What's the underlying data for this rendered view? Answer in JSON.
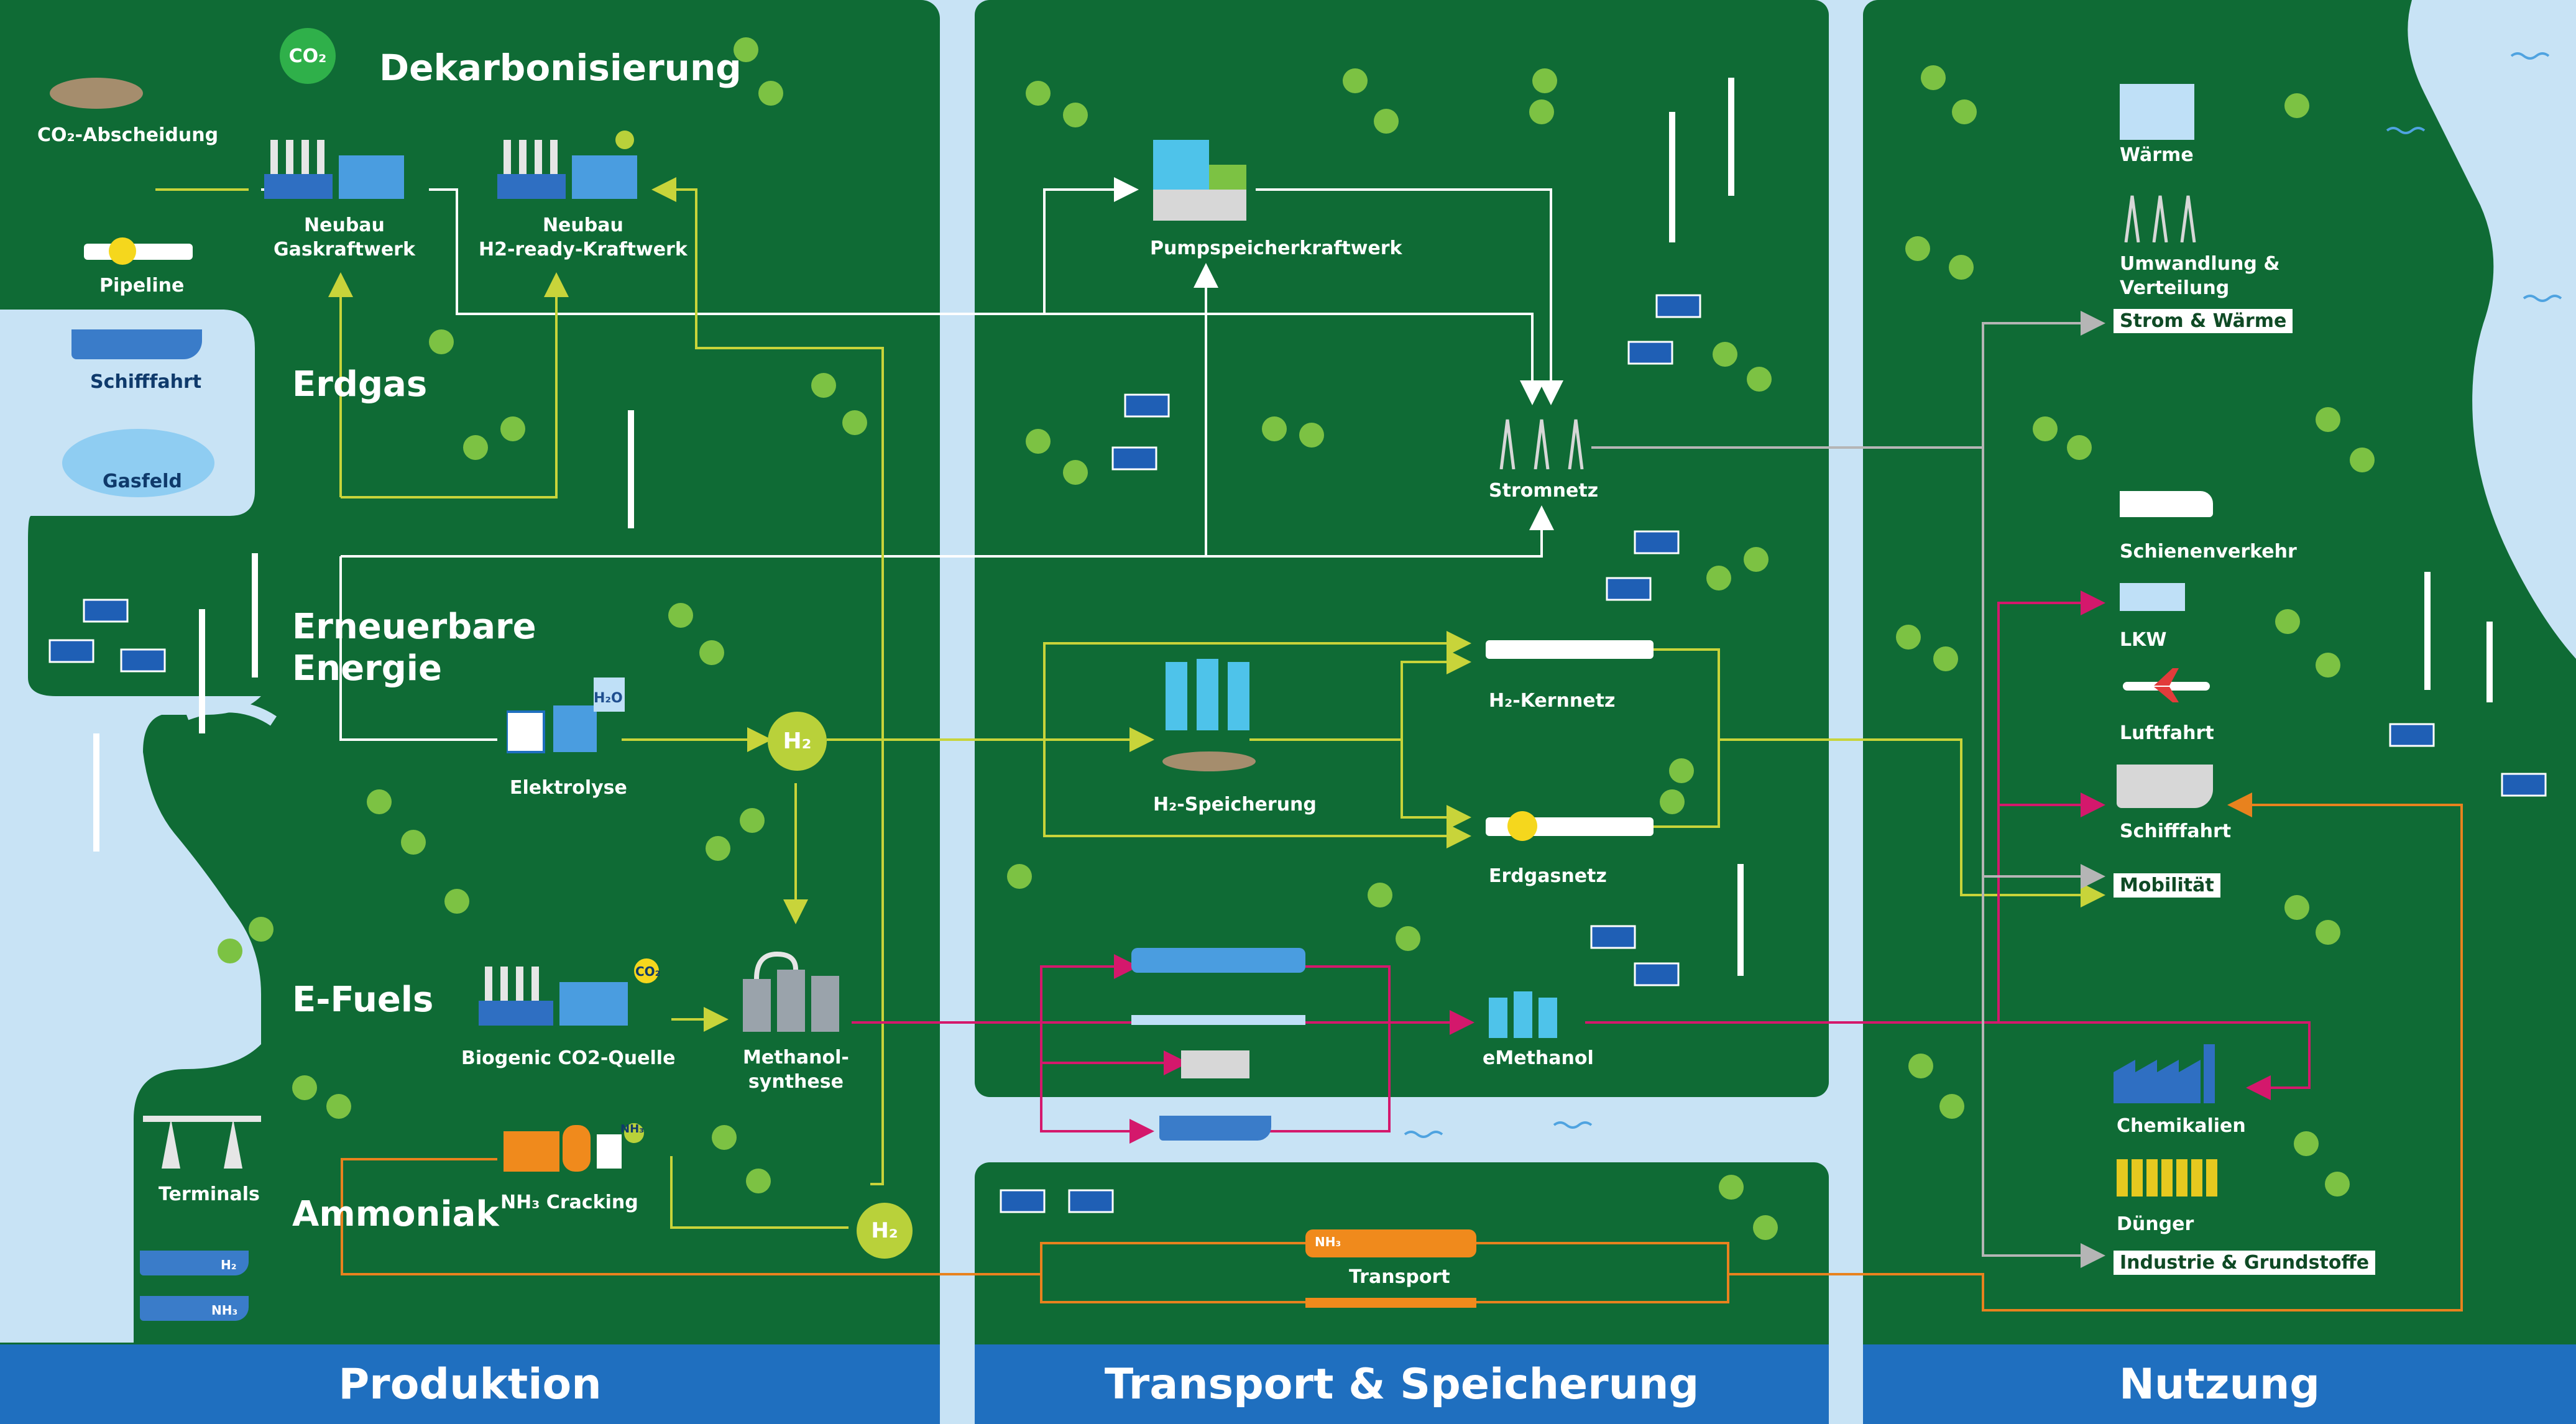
{
  "sections": {
    "production": "Produktion",
    "transport": "Transport & Speicherung",
    "usage": "Nutzung"
  },
  "production": {
    "title": "Dekarbonisierung",
    "co2_icon_text": "CO₂",
    "co2_capture": "CO₂-Abscheidung",
    "pipeline": "Pipeline",
    "shipping": "Schifffahrt",
    "gasfield": "Gasfeld",
    "gas_plant": "Neubau\nGaskraftwerk",
    "h2_plant": "Neubau\nH2-ready-Kraftwerk",
    "natural_gas": "Erdgas",
    "renewables": "Erneuerbare\nEnergie",
    "electrolysis": "Elektrolyse",
    "h2o": "H₂O",
    "h2": "H₂",
    "efuels": "E-Fuels",
    "biogenic": "Biogenic CO2-Quelle",
    "co2_small": "CO₂",
    "methanol_synth": "Methanol-\nsynthese",
    "ammonia": "Ammoniak",
    "nh3_cracking": "NH₃ Cracking",
    "nh3_small": "NH₃",
    "terminals": "Terminals",
    "ship_h2": "H₂",
    "ship_nh3": "NH₃"
  },
  "transport": {
    "pumped_storage": "Pumpspeicherkraftwerk",
    "grid": "Stromnetz",
    "h2_core": "H₂-Kernnetz",
    "h2_storage": "H₂-Speicherung",
    "gas_grid": "Erdgasnetz",
    "emethanol": "eMethanol",
    "transport": "Transport",
    "nh3_tank": "NH₃"
  },
  "usage": {
    "heat": "Wärme",
    "conversion": "Umwandlung &\nVerteilung",
    "power_heat_tag": "Strom & Wärme",
    "rail": "Schienenverkehr",
    "truck": "LKW",
    "aviation": "Luftfahrt",
    "shipping": "Schifffahrt",
    "mobility_tag": "Mobilität",
    "chemicals": "Chemikalien",
    "fertilizer": "Dünger",
    "industry_tag": "Industrie & Grundstoffe"
  },
  "colors": {
    "panel_green": "#0f6b35",
    "footer_blue": "#1f6fbf",
    "water": "#c8e3f5",
    "flow_white": "#ffffff",
    "flow_hydrogen": "#c8d43a",
    "flow_methanol": "#d4186c",
    "flow_ammonia": "#e8821e",
    "flow_gray": "#b5b5b5"
  }
}
